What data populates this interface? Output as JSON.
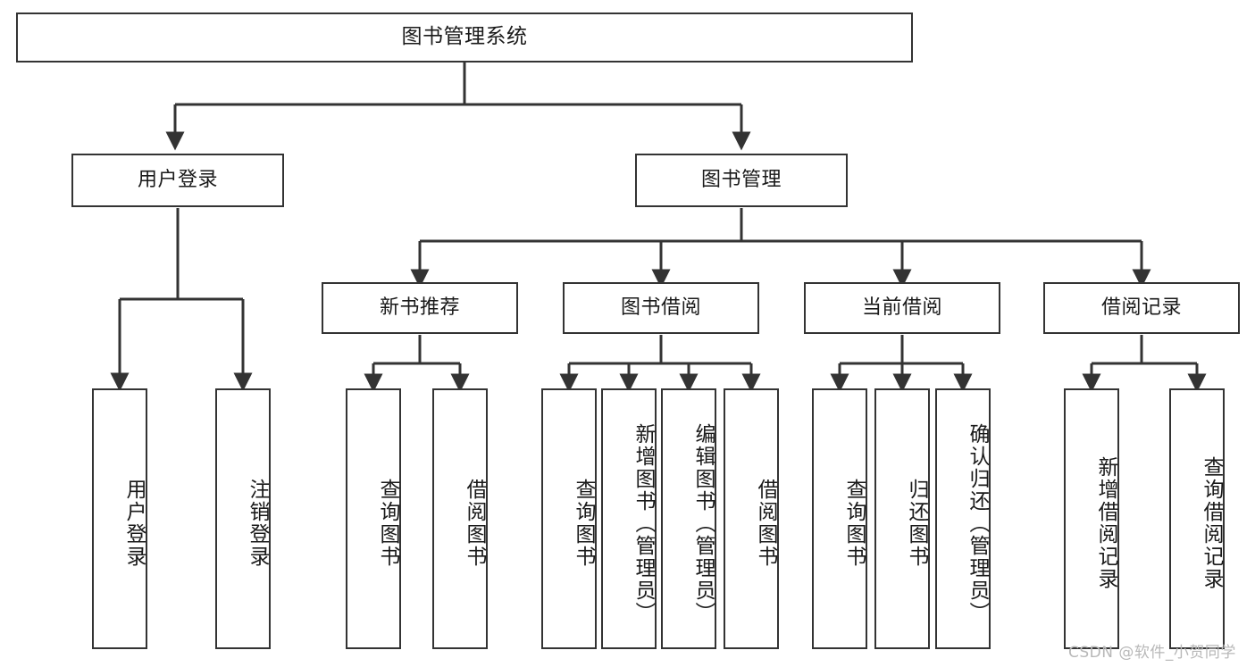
{
  "diagram": {
    "title": "图书管理系统",
    "type": "hierarchy-tree",
    "watermark": "CSDN @软件_小贺同学",
    "colors": {
      "border": "#333333",
      "fill": "#ffffff",
      "text": "#1a1a1a",
      "connector": "#333333",
      "watermark": "#b8b8b8"
    },
    "levels": {
      "root": {
        "label": "图书管理系统"
      },
      "level1": [
        {
          "label": "用户登录"
        },
        {
          "label": "图书管理"
        }
      ],
      "level2": [
        {
          "label": "新书推荐"
        },
        {
          "label": "图书借阅"
        },
        {
          "label": "当前借阅"
        },
        {
          "label": "借阅记录"
        }
      ],
      "leaves": {
        "user_login": [
          {
            "label": "用户登录"
          },
          {
            "label": "注销登录"
          }
        ],
        "new_book_recommend": [
          {
            "label": "查询图书"
          },
          {
            "label": "借阅图书"
          }
        ],
        "book_borrow": [
          {
            "label": "查询图书"
          },
          {
            "label": "新增图书（管理员）"
          },
          {
            "label": "编辑图书（管理员）"
          },
          {
            "label": "借阅图书"
          }
        ],
        "current_borrow": [
          {
            "label": "查询图书"
          },
          {
            "label": "归还图书"
          },
          {
            "label": "确认归还（管理员）"
          }
        ],
        "borrow_record": [
          {
            "label": "新增借阅记录"
          },
          {
            "label": "查询借阅记录"
          }
        ]
      }
    }
  }
}
